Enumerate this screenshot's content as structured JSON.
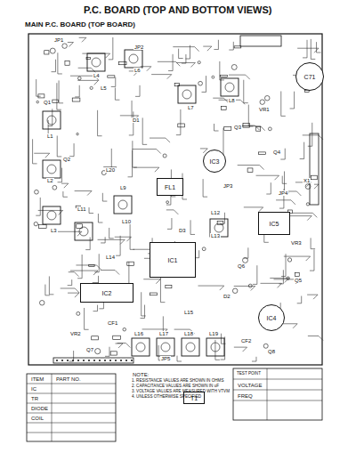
{
  "diagram": {
    "title": "P.C. BOARD (TOP AND BOTTOM VIEWS)",
    "nodes": [
      {
        "text": [
          "IC1"
        ]
      },
      {
        "text": [
          "IC2"
        ]
      },
      {
        "text": [
          "IC3"
        ]
      },
      {
        "text": [
          "IC4"
        ]
      },
      {
        "text": [
          "IC5"
        ]
      },
      {
        "text": [
          "FL1"
        ]
      },
      {
        "text": [
          "C71"
        ]
      },
      {
        "text": [
          "T1"
        ]
      }
    ],
    "labels": [
      "MAIN P.C. BOARD (TOP BOARD)",
      "L1",
      "L2",
      "L3",
      "L4",
      "L5",
      "L6",
      "L7",
      "L8",
      "L9",
      "L10",
      "L11",
      "L12",
      "L13",
      "L14",
      "L15",
      "L16",
      "L17",
      "L18",
      "L19",
      "L20",
      "Q1",
      "Q2",
      "Q3",
      "Q4",
      "Q5",
      "Q6",
      "Q7",
      "Q8",
      "JP1",
      "JP2",
      "JP3",
      "JP4",
      "JP5",
      "VR1",
      "VR2",
      "VR3",
      "D1",
      "D2",
      "D3",
      "X1",
      "CF1",
      "CF2",
      "ITEM",
      "PART NO.",
      "IC",
      "TR",
      "DIODE",
      "COIL",
      "NOTE:",
      "1. RESISTANCE VALUES ARE SHOWN IN OHMS",
      "2. CAPACITANCE VALUES ARE SHOWN IN uF",
      "3. VOLTAGE VALUES ARE MEASURED WITH VTVM",
      "4. UNLESS OTHERWISE SPECIFIED",
      "TEST POINT",
      "VOLTAGE",
      "FREQ"
    ]
  }
}
